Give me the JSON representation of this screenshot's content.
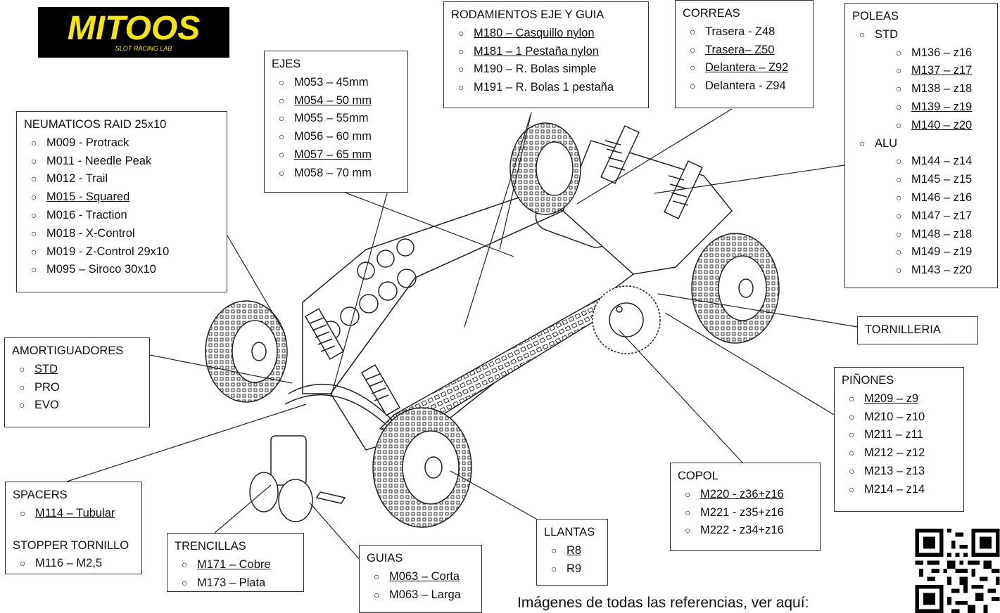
{
  "logo": {
    "brand": "MITOOS",
    "tagline": "SLOT RACING LAB"
  },
  "boxes": {
    "neumaticos": {
      "title": "NEUMATICOS  RAID 25x10",
      "items": [
        {
          "label": "M009 - Protrack",
          "underline": false
        },
        {
          "label": "M011 - Needle Peak",
          "underline": false
        },
        {
          "label": "M012 - Trail",
          "underline": false
        },
        {
          "label": "M015 - Squared",
          "underline": true
        },
        {
          "label": "M016 - Traction",
          "underline": false
        },
        {
          "label": "M018 - X-Control",
          "underline": false
        },
        {
          "label": "M019 - Z-Control 29x10",
          "underline": false
        },
        {
          "label": "M095 – Siroco  30x10",
          "underline": false
        }
      ]
    },
    "ejes": {
      "title": "EJES",
      "items": [
        {
          "label": "M053 – 45mm",
          "underline": false
        },
        {
          "label": "M054 – 50 mm",
          "underline": true
        },
        {
          "label": "M055 – 55mm",
          "underline": false
        },
        {
          "label": "M056 – 60 mm",
          "underline": false
        },
        {
          "label": "M057 – 65 mm",
          "underline": true
        },
        {
          "label": "M058 – 70 mm",
          "underline": false
        }
      ]
    },
    "rodamientos": {
      "title": "RODAMIENTOS  EJE  Y GUIA",
      "items": [
        {
          "label": "M180 – Casquillo nylon",
          "underline": true
        },
        {
          "label": "M181 – 1 Pestaña nylon",
          "underline": true
        },
        {
          "label": "M190 – R. Bolas simple",
          "underline": false
        },
        {
          "label": "M191 – R. Bolas 1 pestaña",
          "underline": false
        }
      ]
    },
    "correas": {
      "title": "CORREAS",
      "items": [
        {
          "label": "Trasera - Z48",
          "underline": false
        },
        {
          "label": "Trasera– Z50",
          "underline": true
        },
        {
          "label": "Delantera – Z92",
          "underline": true
        },
        {
          "label": "Delantera - Z94",
          "underline": false
        }
      ]
    },
    "poleas": {
      "title": "POLEAS",
      "std_label": "STD",
      "std_items": [
        {
          "label": "M136 – z16",
          "underline": false
        },
        {
          "label": "M137 – z17",
          "underline": true
        },
        {
          "label": "M138 – z18",
          "underline": false
        },
        {
          "label": "M139 – z19",
          "underline": true
        },
        {
          "label": "M140 – z20",
          "underline": true
        }
      ],
      "alu_label": "ALU",
      "alu_items": [
        {
          "label": "M144 – z14",
          "underline": false
        },
        {
          "label": "M145 – z15",
          "underline": false
        },
        {
          "label": "M146 – z16",
          "underline": false
        },
        {
          "label": "M147 – z17",
          "underline": false
        },
        {
          "label": "M148 – z18",
          "underline": false
        },
        {
          "label": "M149 – z19",
          "underline": false
        },
        {
          "label": "M143 – z20",
          "underline": false
        }
      ]
    },
    "tornilleria": {
      "title": "TORNILLERIA"
    },
    "amortiguadores": {
      "title": "AMORTIGUADORES",
      "items": [
        {
          "label": "STD",
          "underline": true
        },
        {
          "label": "PRO",
          "underline": false
        },
        {
          "label": "EVO",
          "underline": false
        }
      ]
    },
    "pinones": {
      "title": "PIÑONES",
      "items": [
        {
          "label": "M209 – z9",
          "underline": true
        },
        {
          "label": "M210 – z10",
          "underline": false
        },
        {
          "label": "M211 – z11",
          "underline": false
        },
        {
          "label": "M212 – z12",
          "underline": false
        },
        {
          "label": "M213 – z13",
          "underline": false
        },
        {
          "label": "M214 – z14",
          "underline": false
        }
      ]
    },
    "copol": {
      "title": "COPOL",
      "items": [
        {
          "label": "M220 - z36+z16",
          "underline": true
        },
        {
          "label": "M221 - z35+z16",
          "underline": false
        },
        {
          "label": "M222 - z34+z16",
          "underline": false
        }
      ]
    },
    "spacers": {
      "title": "SPACERS",
      "items": [
        {
          "label": "M114 – Tubular",
          "underline": true
        }
      ],
      "title2": "STOPPER  TORNILLO",
      "items2": [
        {
          "label": "M116 – M2,5",
          "underline": false
        }
      ]
    },
    "trencillas": {
      "title": "TRENCILLAS",
      "items": [
        {
          "label": "M171 – Cobre",
          "underline": true
        },
        {
          "label": "M173 – Plata",
          "underline": false
        }
      ]
    },
    "guias": {
      "title": "GUIAS",
      "items": [
        {
          "label": "M063 – Corta",
          "underline": true
        },
        {
          "label": "M063 – Larga",
          "underline": false
        }
      ]
    },
    "llantas": {
      "title": "LLANTAS",
      "items": [
        {
          "label": "R8",
          "underline": true
        },
        {
          "label": "R9",
          "underline": false
        }
      ]
    }
  },
  "footer": {
    "text": "Imágenes de todas las referencias, ver aquí:"
  },
  "colors": {
    "logo_yellow": "#f5e50a",
    "logo_black": "#000000",
    "line": "#222222"
  }
}
